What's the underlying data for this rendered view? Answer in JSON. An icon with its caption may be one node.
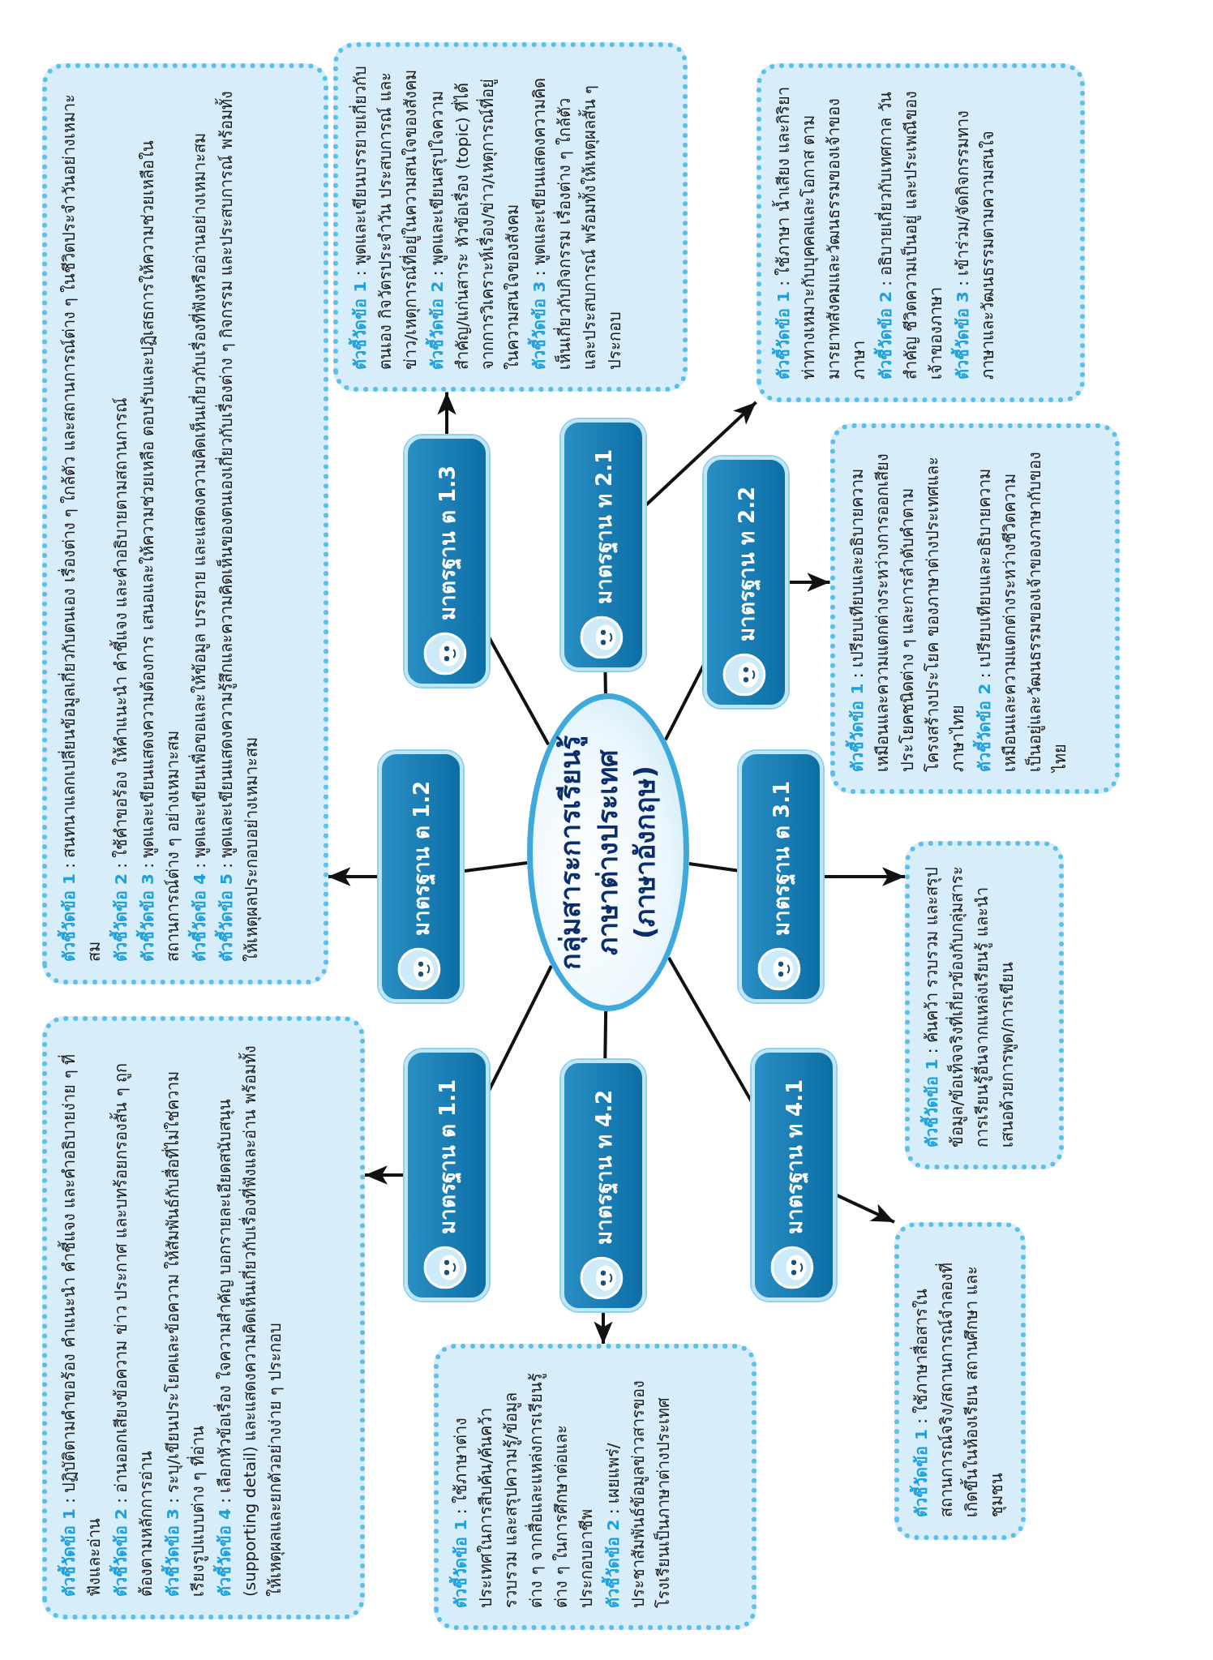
{
  "diagram": {
    "nodes": [
      {
        "text": [
          "กลุ่มสาระการเรียนรู้ ภาษาต่างประเทศ (ภาษาอังกฤษ)"
        ]
      },
      {
        "text": [
          "มาตรฐาน ต 1.1"
        ]
      },
      {
        "text": [
          "มาตรฐาน ต 1.2"
        ]
      },
      {
        "text": [
          "มาตรฐาน ต 1.3"
        ]
      },
      {
        "text": [
          "มาตรฐาน ท 2.1"
        ]
      },
      {
        "text": [
          "มาตรฐาน ท 2.2"
        ]
      },
      {
        "text": [
          "มาตรฐาน ต 3.1"
        ]
      },
      {
        "text": [
          "มาตรฐาน ท 4.1"
        ]
      },
      {
        "text": [
          "มาตรฐาน ท 4.2"
        ]
      },
      {
        "text": [
          "**ตัวชี้วัดข้อ 1** : ปฏิบัติตามคำขอร้อง คำแนะนำ คำชี้แจง และคำอธิบายง่าย ๆ ที่ฟังและอ่าน",
          "**ตัวชี้วัดข้อ 2** : อ่านออกเสียงข้อความ ข่าว ประกาศ และบทร้อยกรองสั้น ๆ ถูกต้องตามหลักการอ่าน",
          "**ตัวชี้วัดข้อ 3** : ระบุ/เขียนประโยคและข้อความ ให้สัมพันธ์กับสื่อที่ไม่ใช่ความเรียงรูปแบบต่าง ๆ ที่อ่าน",
          "**ตัวชี้วัดข้อ 4** : เลือกหัวข้อเรื่อง ใจความสำคัญ บอกรายละเอียดสนับสนุน (supporting detail) และแสดงความคิดเห็นเกี่ยวกับเรื่องที่ฟังและอ่าน พร้อมทั้งให้เหตุผลและยกตัวอย่างง่าย ๆ ประกอบ"
        ]
      },
      {
        "text": [
          "**ตัวชี้วัดข้อ 1** : สนทนาแลกเปลี่ยนข้อมูลเกี่ยวกับตนเอง เรื่องต่าง ๆ ใกล้ตัว และสถานการณ์ต่าง ๆ ในชีวิตประจำวันอย่างเหมาะสม",
          "**ตัวชี้วัดข้อ 2** : ใช้คำขอร้อง ให้คำแนะนำ คำชี้แจง และคำอธิบายตามสถานการณ์",
          "**ตัวชี้วัดข้อ 3** : พูดและเขียนแสดงความต้องการ เสนอและให้ความช่วยเหลือ ตอบรับและปฏิเสธการให้ความช่วยเหลือในสถานการณ์ต่าง ๆ อย่างเหมาะสม",
          "**ตัวชี้วัดข้อ 4** : พูดและเขียนเพื่อขอและให้ข้อมูล บรรยาย และแสดงความคิดเห็นเกี่ยวกับเรื่องที่ฟังหรืออ่านอย่างเหมาะสม",
          "**ตัวชี้วัดข้อ 5** : พูดและเขียนแสดงความรู้สึกและความคิดเห็นของตนเองเกี่ยวกับเรื่องต่าง ๆ กิจกรรม และประสบการณ์ พร้อมทั้งให้เหตุผลประกอบอย่างเหมาะสม"
        ]
      },
      {
        "text": [
          "**ตัวชี้วัดข้อ 1** : พูดและเขียนบรรยายเกี่ยวกับตนเอง กิจวัตรประจำวัน ประสบการณ์ และข่าว/เหตุการณ์ที่อยู่ในความสนใจของสังคม",
          "**ตัวชี้วัดข้อ 2** : พูดและเขียนสรุปใจความสำคัญ/แก่นสาระ หัวข้อเรื่อง (topic) ที่ได้จากการวิเคราะห์เรื่อง/ข่าว/เหตุการณ์ที่อยู่ในความสนใจของสังคม",
          "**ตัวชี้วัดข้อ 3** : พูดและเขียนแสดงความคิดเห็นเกี่ยวกับกิจกรรม เรื่องต่าง ๆ ใกล้ตัว และประสบการณ์ พร้อมทั้งให้เหตุผลสั้น ๆ ประกอบ"
        ]
      },
      {
        "text": [
          "**ตัวชี้วัดข้อ 1** : ใช้ภาษา น้ำเสียง และกิริยาท่าทางเหมาะกับบุคคลและโอกาส ตามมารยาทสังคมและวัฒนธรรมของเจ้าของภาษา",
          "**ตัวชี้วัดข้อ 2** : อธิบายเกี่ยวกับเทศกาล วันสำคัญ ชีวิตความเป็นอยู่ และประเพณีของเจ้าของภาษา",
          "**ตัวชี้วัดข้อ 3** : เข้าร่วม/จัดกิจกรรมทางภาษาและวัฒนธรรมตามความสนใจ"
        ]
      },
      {
        "text": [
          "**ตัวชี้วัดข้อ 1** : เปรียบเทียบและอธิบายความเหมือนและความแตกต่างระหว่างการออกเสียงประโยคชนิดต่าง ๆ และการลำดับคำตามโครงสร้างประโยค ของภาษาต่างประเทศและภาษาไทย",
          "**ตัวชี้วัดข้อ 2** : เปรียบเทียบและอธิบายความเหมือนและความแตกต่างระหว่างชีวิตความเป็นอยู่และวัฒนธรรมของเจ้าของภาษากับของไทย"
        ]
      },
      {
        "text": [
          "**ตัวชี้วัดข้อ 1** : ค้นคว้า รวบรวม และสรุปข้อมูล/ข้อเท็จจริงที่เกี่ยวข้องกับกลุ่มสาระการเรียนรู้อื่นจากแหล่งเรียนรู้ และนำเสนอด้วยการพูด/การเขียน"
        ]
      },
      {
        "text": [
          "**ตัวชี้วัดข้อ 1** : ใช้ภาษาสื่อสารในสถานการณ์จริง/สถานการณ์จำลองที่เกิดขึ้นในห้องเรียน สถานศึกษา และชุมชน"
        ]
      },
      {
        "text": [
          "**ตัวชี้วัดข้อ 1** : ใช้ภาษาต่างประเทศในการสืบค้น/ค้นคว้า รวบรวม และสรุปความรู้/ข้อมูลต่าง ๆ จากสื่อและแหล่งการเรียนรู้ต่าง ๆ ในการศึกษาต่อและประกอบอาชีพ",
          "**ตัวชี้วัดข้อ 2** : เผยแพร่/ประชาสัมพันธ์ข้อมูลข่าวสารของโรงเรียนเป็นภาษาต่างประเทศ"
        ]
      }
    ],
    "edges": [
      {
        "from": 0,
        "to": 1,
        "arrow": "none"
      },
      {
        "from": 0,
        "to": 2,
        "arrow": "none"
      },
      {
        "from": 0,
        "to": 3,
        "arrow": "none"
      },
      {
        "from": 0,
        "to": 4,
        "arrow": "none"
      },
      {
        "from": 0,
        "to": 5,
        "arrow": "none"
      },
      {
        "from": 0,
        "to": 6,
        "arrow": "none"
      },
      {
        "from": 0,
        "to": 7,
        "arrow": "none"
      },
      {
        "from": 0,
        "to": 8,
        "arrow": "none"
      },
      {
        "from": 1,
        "to": 9,
        "arrow": "to"
      },
      {
        "from": 2,
        "to": 10,
        "arrow": "to"
      },
      {
        "from": 3,
        "to": 11,
        "arrow": "to"
      },
      {
        "from": 4,
        "to": 12,
        "arrow": "to"
      },
      {
        "from": 5,
        "to": 13,
        "arrow": "to"
      },
      {
        "from": 6,
        "to": 14,
        "arrow": "to"
      },
      {
        "from": 7,
        "to": 15,
        "arrow": "to"
      },
      {
        "from": 8,
        "to": 16,
        "arrow": "to"
      }
    ]
  }
}
